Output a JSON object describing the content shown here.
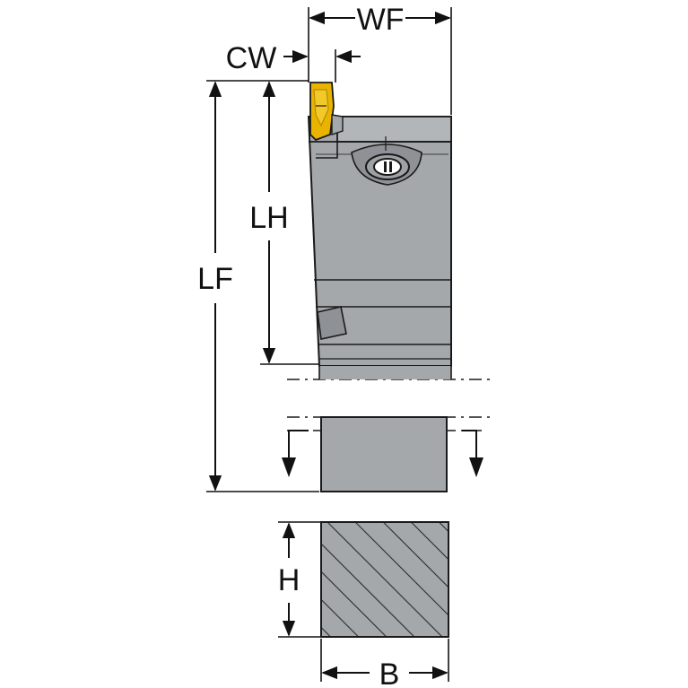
{
  "diagram": {
    "labels": {
      "wf": "WF",
      "cw": "CW",
      "lh": "LH",
      "lf": "LF",
      "h": "H",
      "b": "B"
    },
    "colors": {
      "body": "#a4a8ab",
      "body_dark": "#8e9296",
      "outline": "#1a1a1a",
      "insert": "#e8b400",
      "insert_dark": "#b98b00",
      "dim_line": "#111111",
      "background": "#ffffff"
    }
  }
}
